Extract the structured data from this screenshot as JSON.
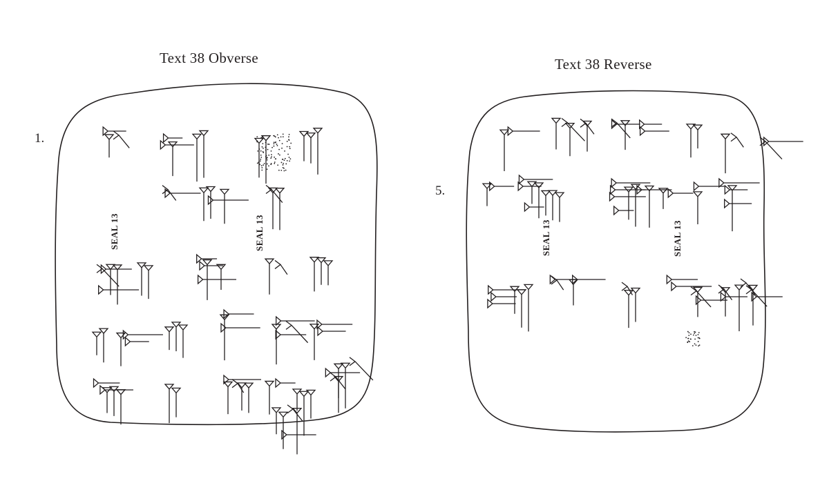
{
  "obverse": {
    "title": "Text 38 Obverse",
    "line_number": "1.",
    "seal_labels": [
      "SEAL 13",
      "SEAL 13"
    ]
  },
  "reverse": {
    "title": "Text 38 Reverse",
    "line_number": "5.",
    "seal_labels": [
      "SEAL 13",
      "SEAL 13"
    ]
  },
  "colors": {
    "ink": "#231f20",
    "background": "#ffffff"
  }
}
